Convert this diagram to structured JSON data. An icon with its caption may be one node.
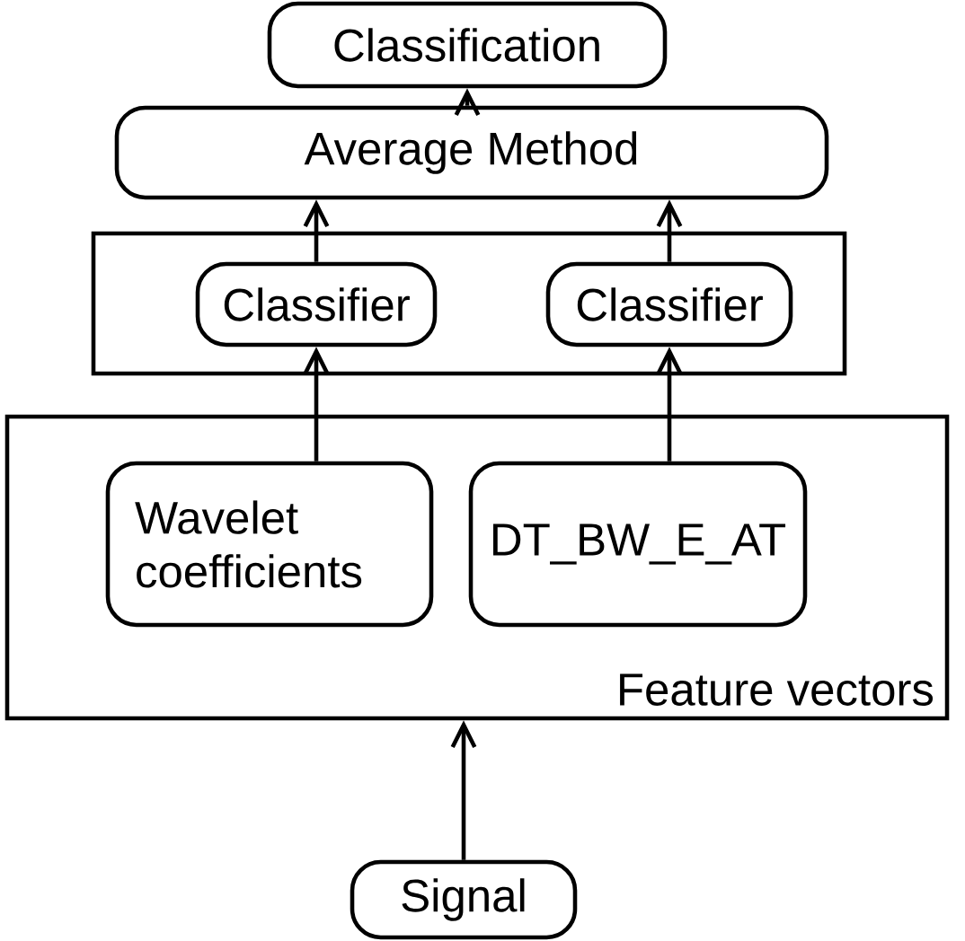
{
  "diagram": {
    "nodes": [
      {
        "text": [
          "Classification"
        ]
      },
      {
        "text": [
          "Average Method"
        ]
      },
      {
        "text": [],
        "shape": "box"
      },
      {
        "text": [
          "Classifier"
        ],
        "in": 2
      },
      {
        "text": [
          "Classifier"
        ],
        "in": 2
      },
      {
        "text": [
          "Feature vectors"
        ]
      },
      {
        "text": [
          "Wavelet coefficients"
        ],
        "in": 5
      },
      {
        "text": [
          "DT_BW_E_AT"
        ],
        "in": 5
      },
      {
        "text": [
          "Signal"
        ]
      }
    ],
    "edges": [
      {
        "from": 8,
        "to": 5,
        "arrow": "to"
      },
      {
        "from": 6,
        "to": 3,
        "arrow": "to"
      },
      {
        "from": 7,
        "to": 4,
        "arrow": "to"
      },
      {
        "from": 3,
        "to": 1,
        "arrow": "to"
      },
      {
        "from": 4,
        "to": 1,
        "arrow": "to"
      },
      {
        "from": 1,
        "to": 0,
        "arrow": "to"
      }
    ]
  }
}
